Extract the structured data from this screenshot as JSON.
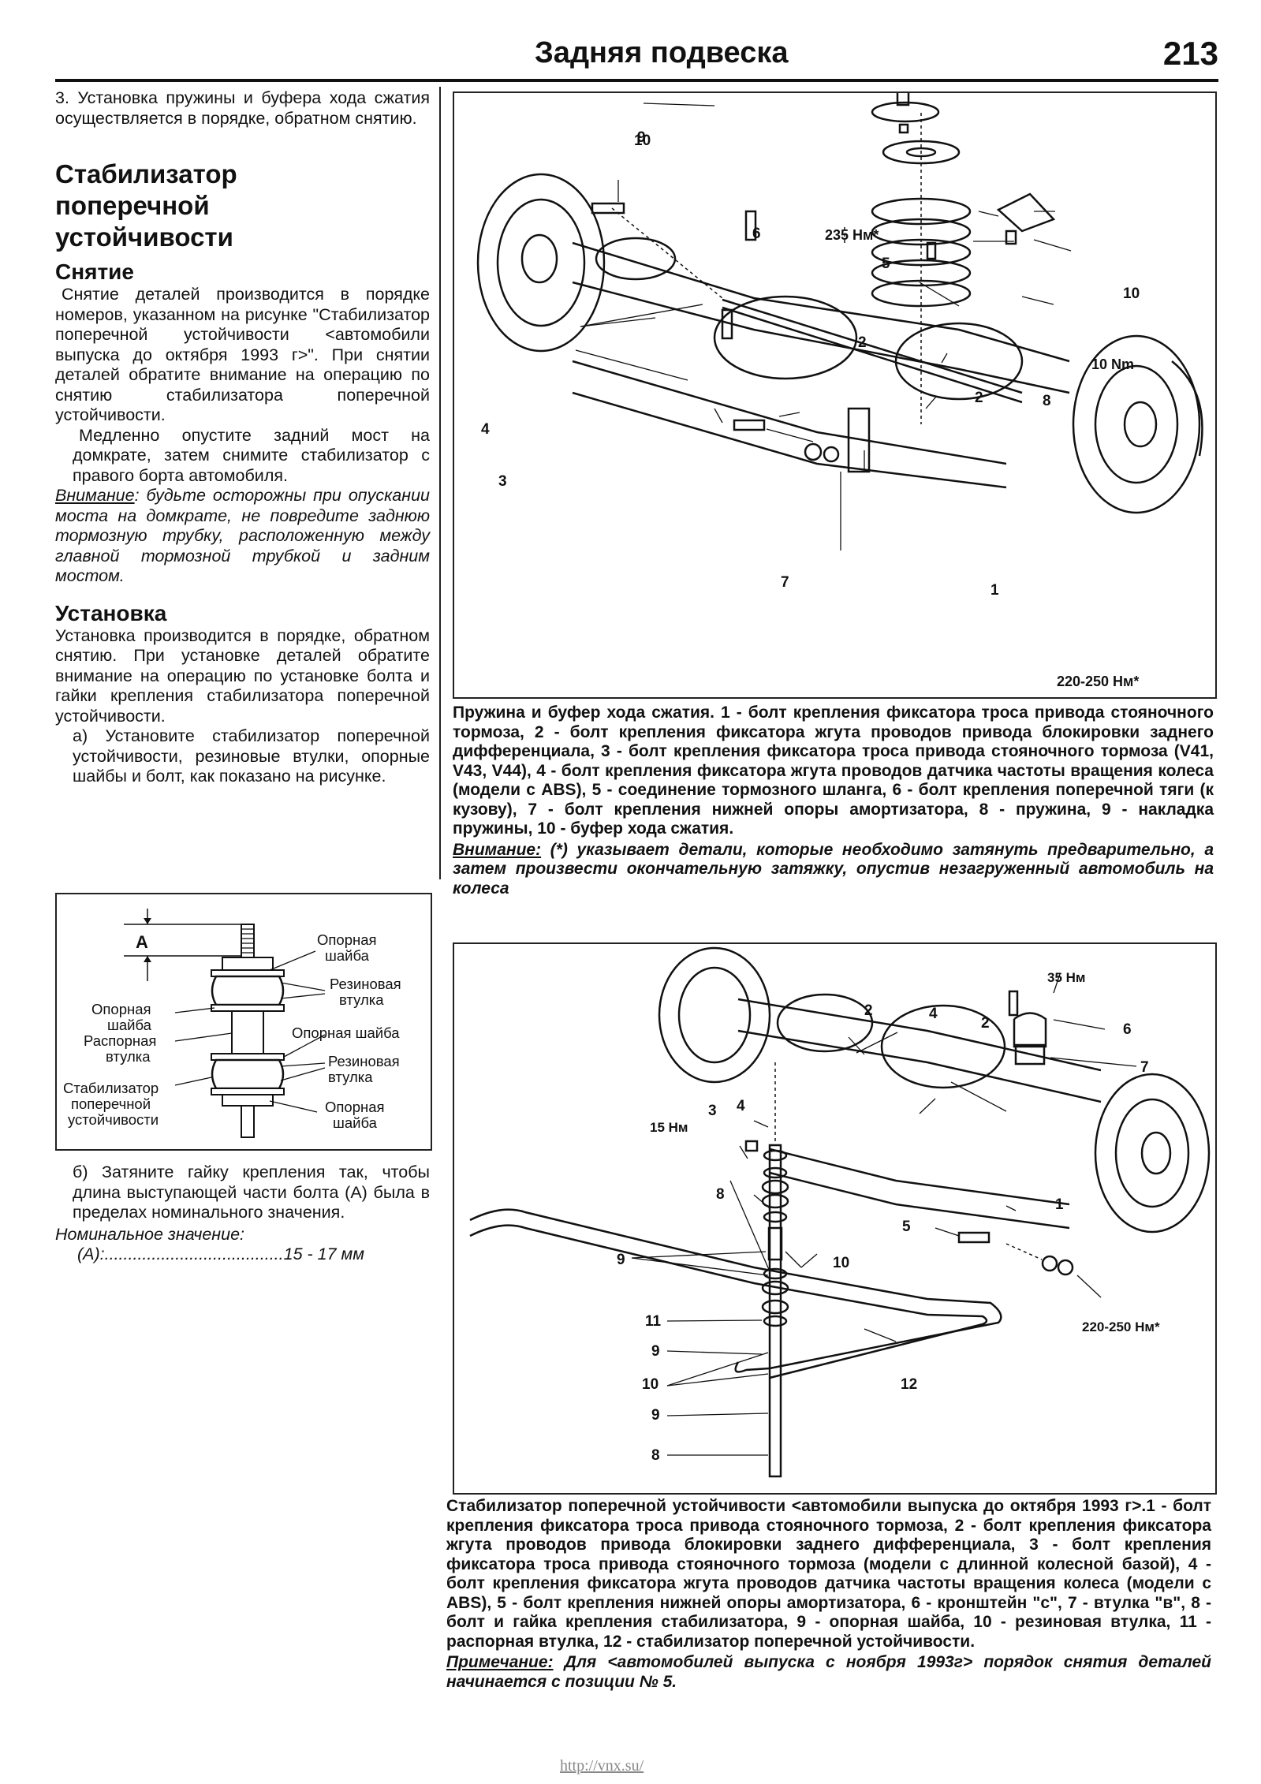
{
  "header": {
    "title": "Задняя подвеска",
    "page_number": "213"
  },
  "left": {
    "intro": "3. Установка пружины и буфера хода сжатия осуществляется в порядке, обратном снятию.",
    "section_title_1": "Стабилизатор",
    "section_title_2": "поперечной",
    "section_title_3": "устойчивости",
    "removal_heading": "Снятие",
    "removal_p1": "Снятие деталей производится в порядке номеров, указанном на рисунке \"Стабилизатор поперечной устойчивости <автомобили выпуска до октября 1993 г>\". При снятии деталей обратите внимание на операцию по снятию стабилизатора поперечной устойчивости.",
    "removal_p2": "Медленно опустите задний мост на домкрате, затем снимите стабилизатор с правого борта автомобиля.",
    "warning_label": "Внимание",
    "warning_text": ": будьте осторожны при опускании моста на домкрате, не повредите заднюю тормозную трубку, расположенную между главной тормозной трубкой и задним мостом.",
    "install_heading": "Установка",
    "install_p1": "Установка производится в порядке, обратном снятию. При установке деталей обратите внимание на операцию по установке болта и гайки крепления стабилизатора поперечной устойчивости.",
    "install_a": "а) Установите стабилизатор поперечной устойчивости, резиновые втулки, опорные шайбы и болт, как показано на рисунке.",
    "install_b": "б) Затяните гайку крепления так, чтобы длина выступающей части болта (А) была в пределах номинального значения.",
    "nominal_label": "Номинальное значение:",
    "nominal_key": "(А):",
    "nominal_dots": "......................................",
    "nominal_value": "15 - 17 мм"
  },
  "small_figure": {
    "dim_label": "А",
    "l_support_washer_top": "Опорная шайба",
    "l_rubber_bushing_top": "Резиновая втулка",
    "l_support_washer_left": "Опорная шайба",
    "l_spacer": "Распорная втулка",
    "l_support_washer_mid": "Опорная шайба",
    "l_rubber_bushing_bottom": "Резиновая втулка",
    "l_stabilizer": "Стабилизатор поперечной устойчивости",
    "l_support_washer_bottom": "Опорная шайба"
  },
  "figure1": {
    "callouts": [
      "1",
      "2",
      "2",
      "3",
      "4",
      "5",
      "6",
      "7",
      "8",
      "9",
      "10"
    ],
    "torque_235": "235 Нм*",
    "torque_10": "10 Nm",
    "torque_220": "220-250 Нм*",
    "caption": "Пружина и буфер хода сжатия. 1 - болт крепления фиксатора троса привода стояночного тормоза, 2 - болт крепления фиксатора жгута проводов привода блокировки заднего дифференциала, 3 - болт крепления фиксатора троса привода стояночного тормоза (V41, V43, V44), 4 - болт крепления фиксатора жгута проводов датчика частоты вращения колеса (модели с ABS), 5 - соединение тормозного шланга, 6 - болт крепления поперечной тяги (к кузову), 7 - болт крепления нижней опоры амортизатора, 8 - пружина, 9 - накладка пружины, 10 - буфер хода сжатия.",
    "note_label": "Внимание:",
    "note_text": " (*) указывает детали, которые необходимо затянуть предварительно, а затем произвести окончательную затяжку, опустив незагруженный автомобиль на колеса"
  },
  "figure2": {
    "torque_35": "35 Нм",
    "torque_15": "15 Нм",
    "torque_220": "220-250 Нм*",
    "caption": "Стабилизатор поперечной устойчивости <автомобили выпуска до октября 1993 г>.1 - болт крепления фиксатора троса привода стояночного тормоза, 2 - болт крепления фиксатора жгута проводов привода блокировки заднего дифференциала, 3 - болт крепления фиксатора троса привода стояночного тормоза (модели с длинной колесной базой), 4 - болт крепления фиксатора жгута проводов датчика частоты вращения колеса (модели с ABS), 5 - болт крепления нижней опоры амортизатора, 6 - кронштейн \"с\", 7 - втулка \"в\", 8 - болт и гайка крепления стабилизатора, 9 - опорная шайба, 10 - резиновая втулка, 11 - распорная втулка, 12 - стабилизатор поперечной устойчивости.",
    "note_label": "Примечание:",
    "note_text": " Для <автомобилей выпуска с ноября 1993г> порядок снятия деталей начинается с позиции № 5."
  },
  "footer": {
    "url": "http://vnx.su/"
  }
}
